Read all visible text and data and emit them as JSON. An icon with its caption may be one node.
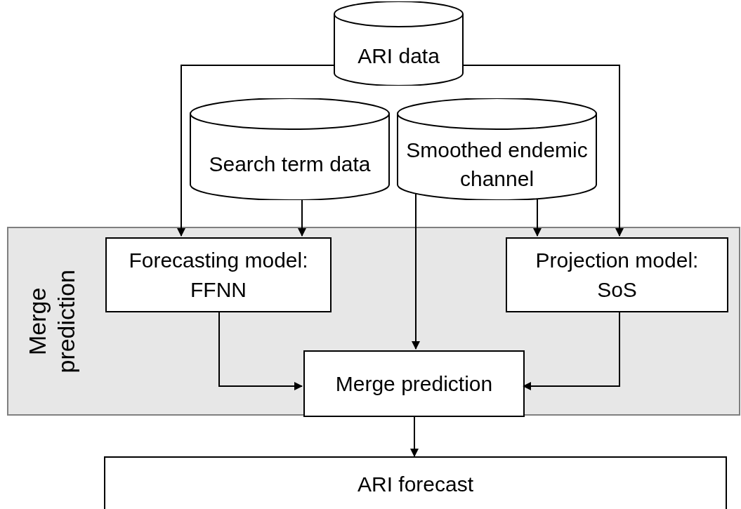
{
  "diagram": {
    "nodes": [
      {
        "text": [
          "ARI data"
        ]
      },
      {
        "text": [
          "Search term data"
        ]
      },
      {
        "text": [
          "Smoothed endemic channel"
        ]
      },
      {
        "text": [
          "Merge prediction"
        ]
      },
      {
        "text": [
          "Forecasting model: FFNN"
        ],
        "in": 3
      },
      {
        "text": [
          "Projection model: SoS"
        ],
        "in": 3
      },
      {
        "text": [
          "Merge prediction"
        ],
        "in": 3
      },
      {
        "text": [
          "ARI forecast"
        ]
      }
    ],
    "edges": [
      {
        "from": 0,
        "to": 4,
        "arrow": "to"
      },
      {
        "from": 0,
        "to": 5,
        "arrow": "to"
      },
      {
        "from": 1,
        "to": 4,
        "arrow": "to"
      },
      {
        "from": 2,
        "to": 5,
        "arrow": "to"
      },
      {
        "from": 2,
        "to": 6,
        "arrow": "to"
      },
      {
        "from": 4,
        "to": 6,
        "arrow": "to"
      },
      {
        "from": 5,
        "to": 6,
        "arrow": "to"
      },
      {
        "from": 6,
        "to": 7,
        "arrow": "to"
      }
    ]
  }
}
